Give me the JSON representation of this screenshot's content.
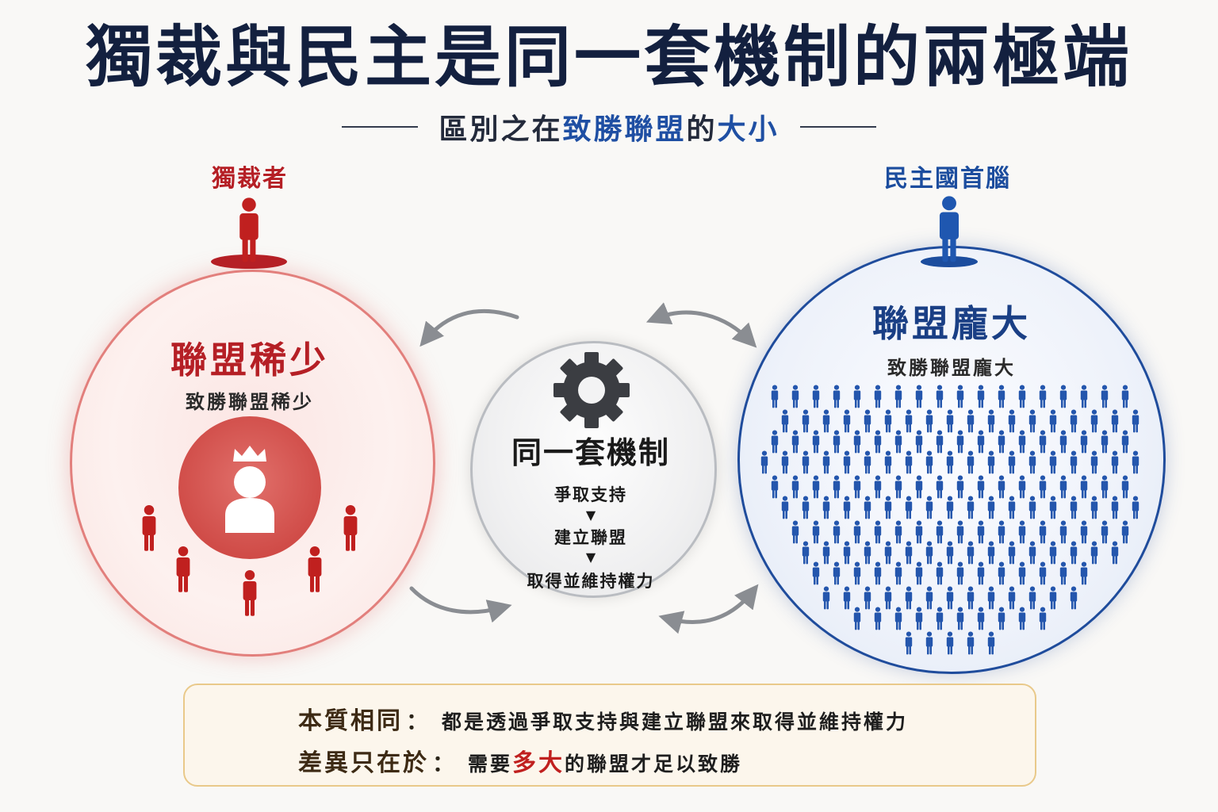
{
  "title": "獨裁與民主是同一套機制的兩極端",
  "subtitle": {
    "part1": "區別之在",
    "highlight1": "致勝聯盟",
    "part2": "的",
    "highlight2": "大小"
  },
  "left": {
    "role": "獨裁者",
    "heading": "聯盟稀少",
    "subheading": "致勝聯盟稀少"
  },
  "right": {
    "role": "民主國首腦",
    "heading": "聯盟龐大",
    "subheading": "致勝聯盟龐大"
  },
  "center": {
    "heading": "同一套機制",
    "steps": [
      "爭取支持",
      "建立聯盟",
      "取得並維持權力"
    ],
    "step_arrow": "▼"
  },
  "callout": {
    "line1_label": "本質相同",
    "line1_text": "都是透過爭取支持與建立聯盟來取得並維持權力",
    "line2_label": "差異只在於",
    "line2_text_before": "需要",
    "line2_highlight": "多大",
    "line2_text_after": "的聯盟才足以致勝",
    "colon": "："
  },
  "colors": {
    "dictator_red": "#b51f25",
    "democracy_blue": "#1f4c9c",
    "highlight_blue": "#1f4fa3",
    "callout_border": "#e9c98a",
    "arrow_gray": "#8a8d92"
  },
  "icons": {
    "leader_left": "person-icon",
    "leader_right": "person-icon",
    "crowned_ruler": "crowned-person-icon",
    "gear": "gear-icon",
    "lightbulb": "lightbulb-icon"
  }
}
